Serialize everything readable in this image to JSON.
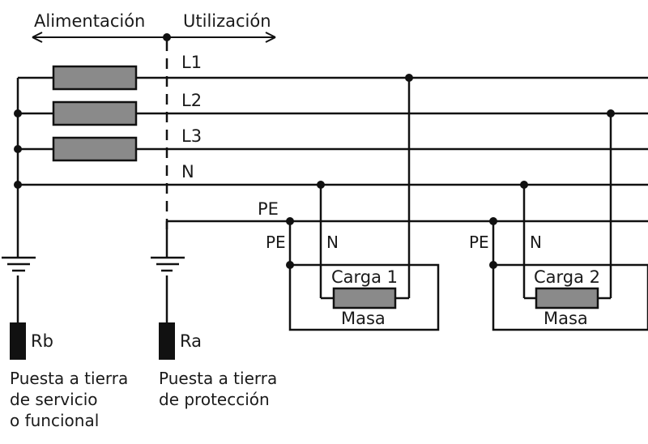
{
  "header": {
    "left_label": "Alimentación",
    "right_label": "Utilización"
  },
  "conductors": {
    "l1": "L1",
    "l2": "L2",
    "l3": "L3",
    "n": "N",
    "pe": "PE"
  },
  "loads": [
    {
      "name": "Carga 1",
      "mass": "Masa",
      "pe_label": "PE",
      "n_label": "N"
    },
    {
      "name": "Carga 2",
      "mass": "Masa",
      "pe_label": "PE",
      "n_label": "N"
    }
  ],
  "grounds": {
    "rb": {
      "name": "Rb",
      "desc_line1": "Puesta a tierra",
      "desc_line2": "de servicio",
      "desc_line3": "o funcional"
    },
    "ra": {
      "name": "Ra",
      "desc_line1": "Puesta a tierra",
      "desc_line2": "de protección"
    }
  },
  "colors": {
    "line": "#111111",
    "component_fill": "#8a8a8a",
    "background": "#ffffff"
  }
}
